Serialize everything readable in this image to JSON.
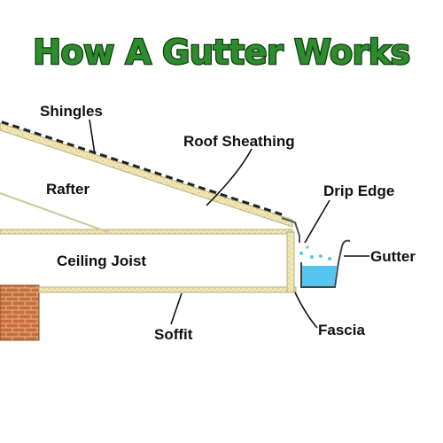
{
  "title": "How A Gutter Works",
  "labels": {
    "shingles": "Shingles",
    "roof_sheathing": "Roof Sheathing",
    "rafter": "Rafter",
    "drip_edge": "Drip Edge",
    "gutter": "Gutter",
    "ceiling_joist": "Ceiling Joist",
    "soffit": "Soffit",
    "fascia": "Fascia"
  },
  "colors": {
    "title_fill": "#2e8b2e",
    "title_outline": "#0b3d0b",
    "sheathing": "#efe6b4",
    "shingle": "#222222",
    "water": "#55c6f2",
    "brick": "#c9703a",
    "mortar": "#e9c9a8"
  }
}
